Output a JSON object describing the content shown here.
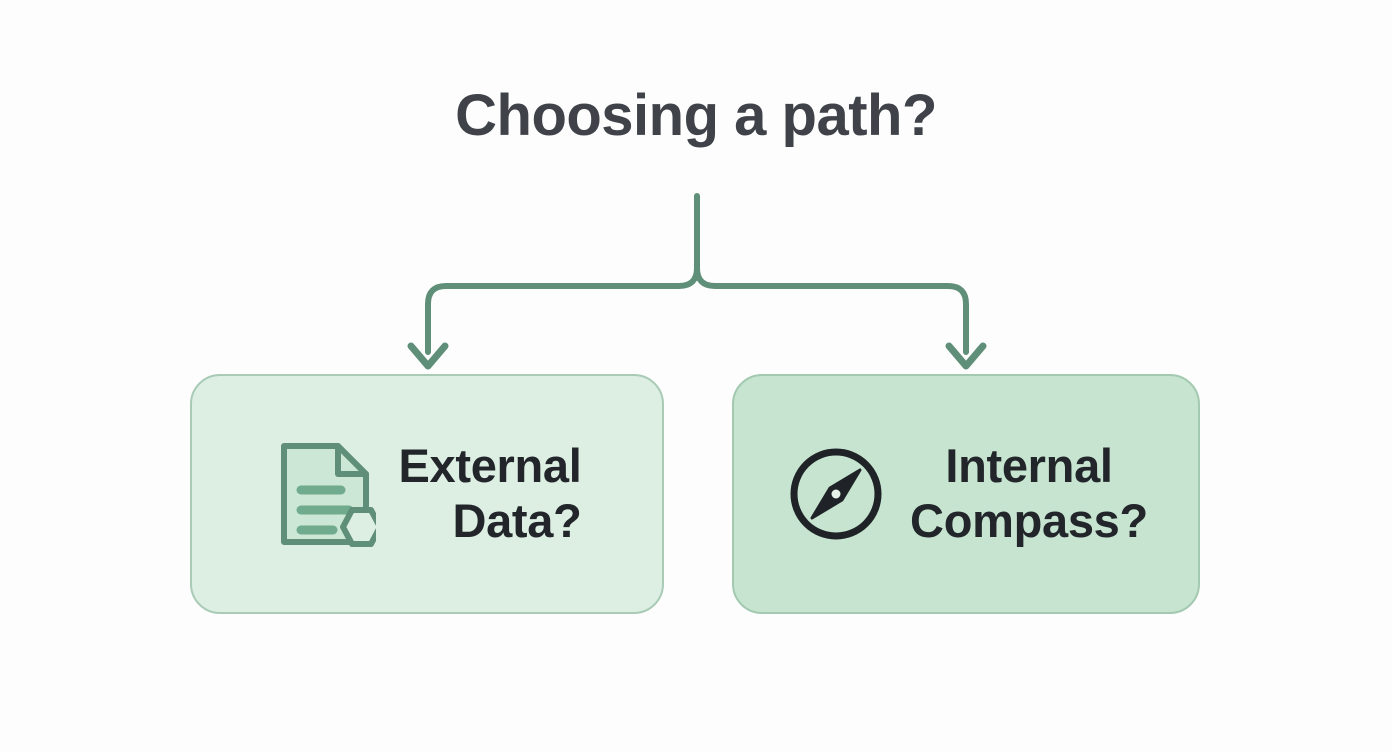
{
  "diagram": {
    "title": "Choosing a path?",
    "background_color": "#fdfdfd",
    "connector_color": "#5f8f78",
    "title_color": "#3f4349",
    "nodes": [
      {
        "id": "external-data",
        "label": "External\nData?",
        "label_line_1": "External",
        "label_line_2": "Data?",
        "icon": "document-icon",
        "fill_color": "#ddefe3",
        "border_color": "#a9cbb6",
        "icon_color": "#5f8f78"
      },
      {
        "id": "internal-compass",
        "label": "Internal\nCompass?",
        "label_line_1": "Internal",
        "label_line_2": "Compass?",
        "icon": "compass-icon",
        "fill_color": "#c6e4cf",
        "border_color": "#a4c9b1",
        "icon_color": "#1f2328"
      }
    ]
  }
}
